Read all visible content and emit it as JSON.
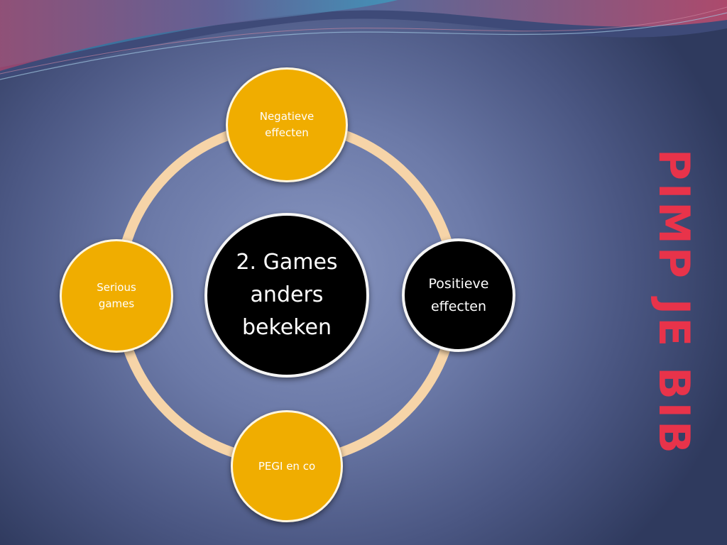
{
  "title": "PIMP JE BIB",
  "center": "2. Games\nanders\nbekeken",
  "nodes": {
    "top": "Negatieve\neffecten",
    "right": "Positieve\neffecten",
    "bottom": "PEGI en co",
    "left": "Serious\ngames"
  },
  "colors": {
    "node_orange": "#f0ad00",
    "node_dark": "#000000",
    "ring": "#f6d4a8",
    "title": "#e8334a"
  }
}
